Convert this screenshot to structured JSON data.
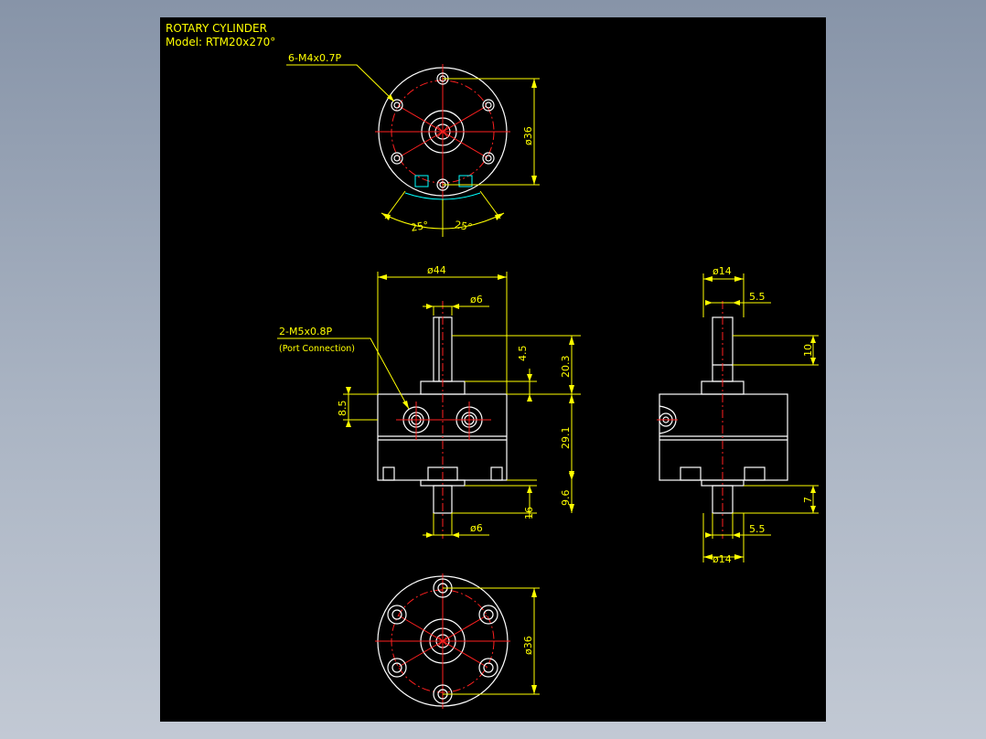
{
  "title_block": {
    "title": "ROTARY CYLINDER",
    "model": "Model: RTM20x270°"
  },
  "top_view": {
    "hole_callout": "6-M4x0.7P",
    "diameter": "ø36",
    "angle_left": "25°",
    "angle_right": "25°"
  },
  "front_view": {
    "width": "ø44",
    "shaft_top_dia": "ø6",
    "shaft_bottom_dia": "ø6",
    "port_callout": "2-M5x0.8P",
    "port_note": "(Port Connection)",
    "dim_top_step": "4.5",
    "dim_top_total": "20.3",
    "dim_port_height": "8.5",
    "dim_body": "29.1",
    "dim_bottom_step": "9.6",
    "dim_bottom_total": "16"
  },
  "side_view": {
    "top_dia": "ø14",
    "top_offset": "5.5",
    "top_flat": "10",
    "bottom_flat": "7",
    "bottom_offset": "5.5",
    "bottom_dia": "ø14"
  },
  "bottom_view": {
    "diameter": "ø36"
  },
  "colors": {
    "background": "#000000",
    "outline": "#ffffff",
    "center_line": "#ff2020",
    "dimension": "#ffff00",
    "hidden": "#00ffff"
  }
}
